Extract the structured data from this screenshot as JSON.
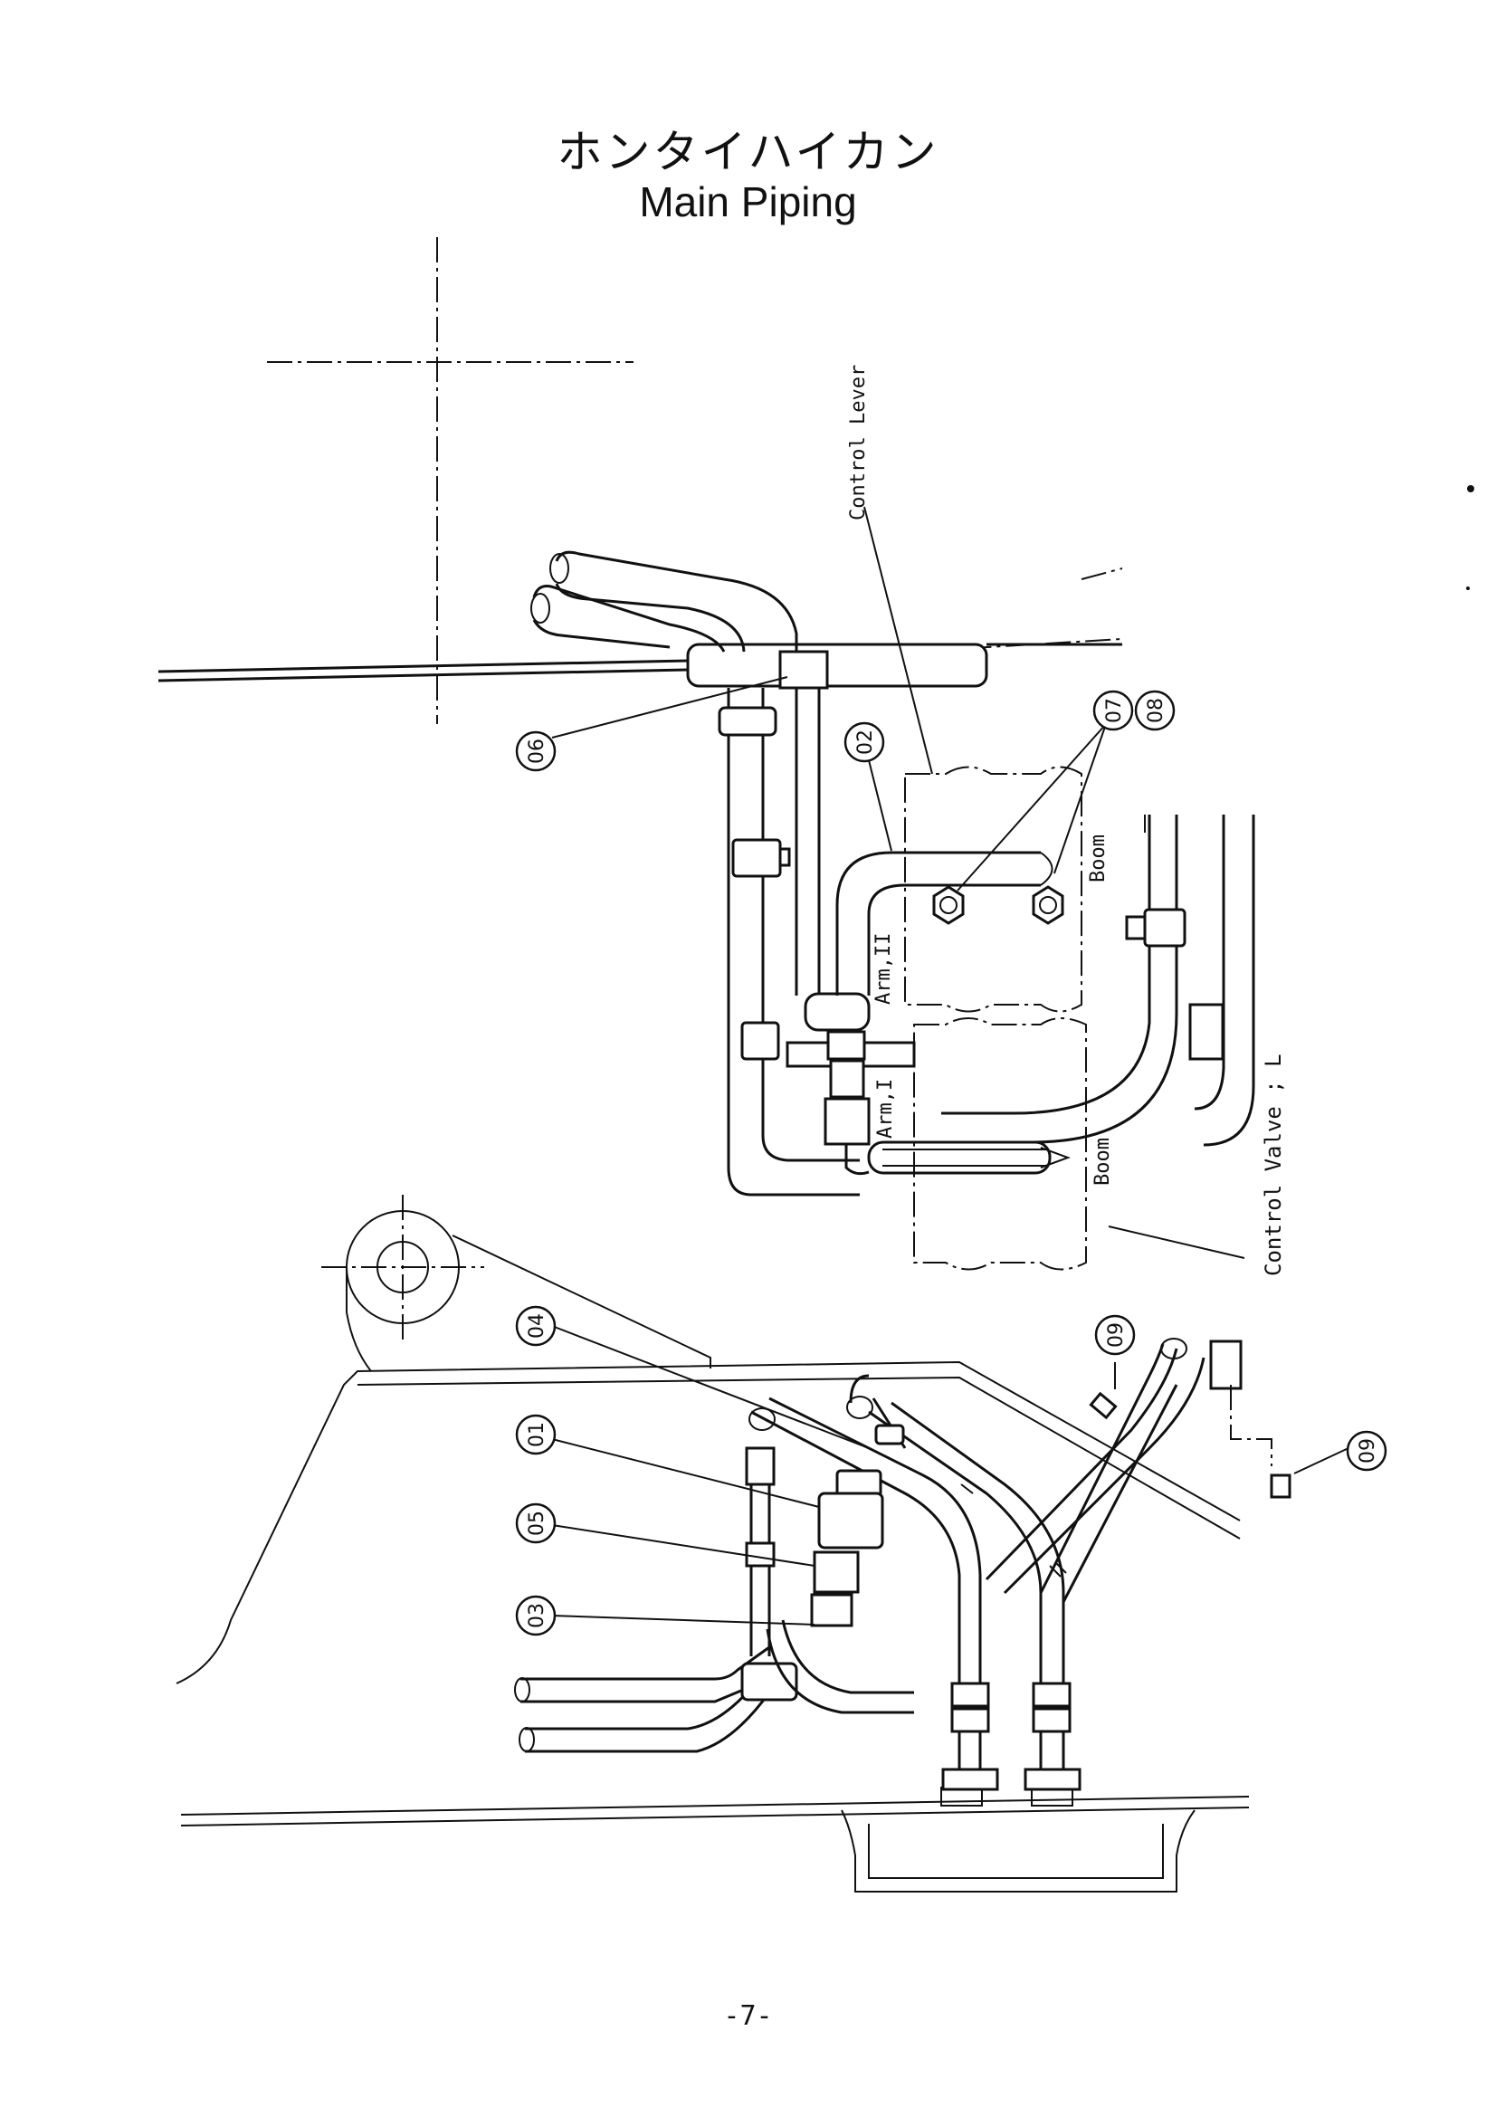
{
  "title": {
    "japanese": "ホンタイハイカン",
    "english": "Main Piping"
  },
  "labels": {
    "control_lever": "Control Lever",
    "control_valve": "Control Valve ; L",
    "boom_upper": "Boom",
    "boom_lower": "Boom",
    "arm_2": "Arm,II",
    "arm_1": "Arm,I"
  },
  "part_numbers": [
    "01",
    "02",
    "03",
    "04",
    "05",
    "06",
    "07",
    "08",
    "09",
    "09"
  ],
  "page_number": "-7-"
}
